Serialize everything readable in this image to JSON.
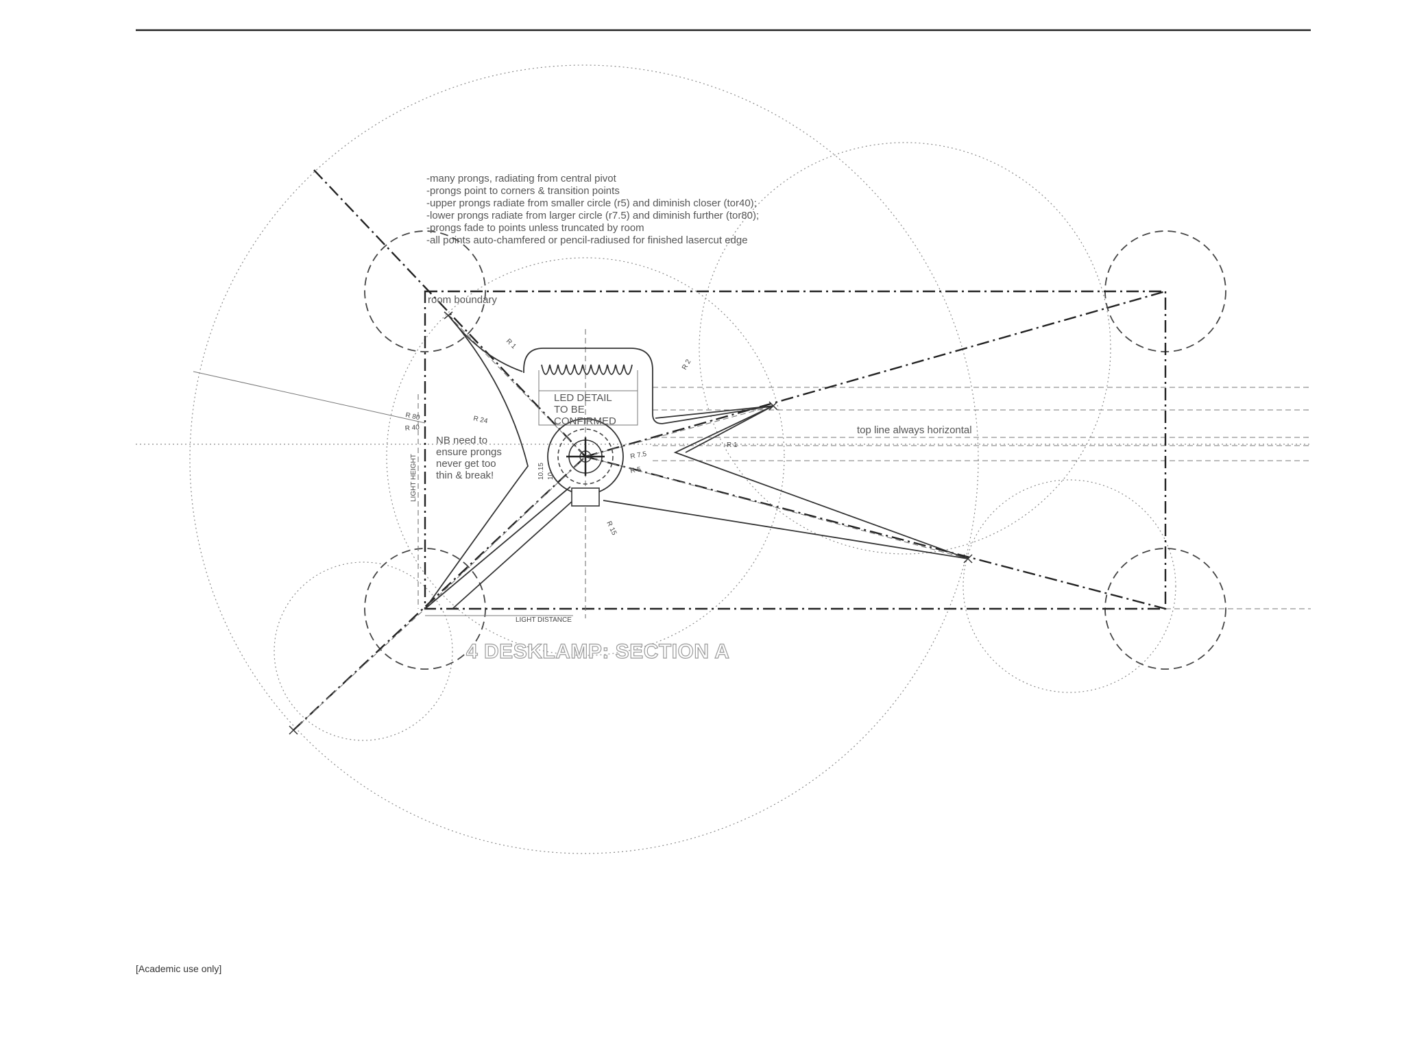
{
  "notes": [
    "-many prongs, radiating from central pivot",
    "-prongs point to corners & transition points",
    "-upper prongs radiate from smaller circle (r5) and diminish closer (tor40);",
    "-lower prongs radiate from larger circle (r7.5) and diminish further (tor80);",
    "-prongs fade to points unless truncated by room",
    "-all points auto-chamfered or pencil-radiused for finished lasercut edge"
  ],
  "labels": {
    "room_boundary": "room boundary",
    "led_detail": [
      "LED DETAIL",
      "TO BE",
      "CONFIRMED"
    ],
    "nb_note": [
      "NB need to",
      "ensure prongs",
      "never get too",
      "thin & break!"
    ],
    "top_line": "top line always horizontal",
    "light_height": "LIGHT HEIGHT",
    "light_distance": "LIGHT DISTANCE",
    "section_title": "4 DESKLAMP: SECTION A",
    "footer": "[Academic use only]"
  },
  "dimensions": {
    "r1_top": "R 1",
    "r2": "R 2",
    "r24": "R 24",
    "r80": "R 80",
    "r40": "R 40",
    "r1_right": "R 1",
    "r75": "R 7.5",
    "r5": "R 5",
    "r15": "R 15",
    "d1015": "10.15",
    "d10": "10"
  }
}
